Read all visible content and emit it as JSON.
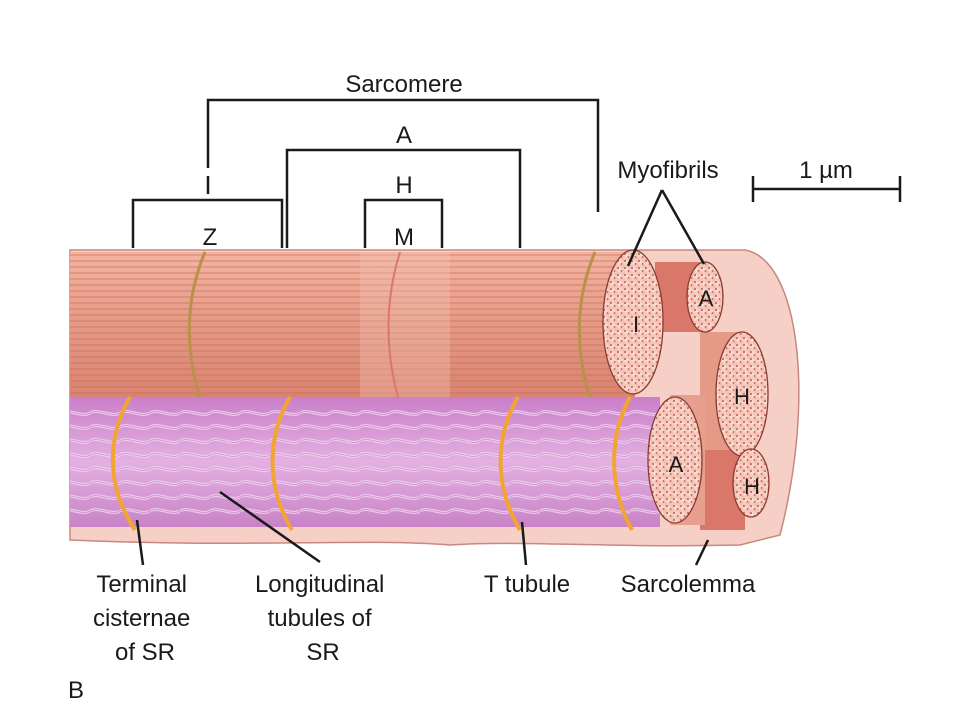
{
  "diagram": {
    "top_labels": {
      "sarcomere": "Sarcomere",
      "a_band": "A",
      "i_band": "I",
      "h_zone": "H",
      "z_line": "Z",
      "m_line": "M",
      "myofibrils": "Myofibrils",
      "scale": "1 µm"
    },
    "fibril_labels": {
      "i": "I",
      "a_top": "A",
      "h_mid": "H",
      "a_low": "A",
      "h_low": "H"
    },
    "bottom_labels": {
      "terminal_cisternae": [
        "Terminal",
        "cisternae",
        "of SR"
      ],
      "longitudinal_tubules": [
        "Longitudinal",
        "tubules of",
        "SR"
      ],
      "t_tubule": "T tubule",
      "sarcolemma": "Sarcolemma"
    },
    "panel_letter": "B",
    "colors": {
      "myofibril": "#e9a08c",
      "myofibril_stripe": "#c9614e",
      "reticulum": "#d79ad6",
      "t_tubule": "#f2a531",
      "sarcolemma": "#f6c8bf",
      "z_line": "#b8924a"
    }
  }
}
